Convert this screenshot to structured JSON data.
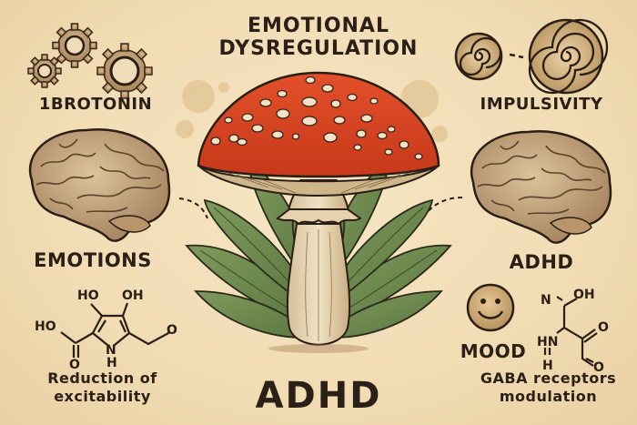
{
  "title": {
    "line1": "EMOTIONAL",
    "line2": "DYSREGULATION"
  },
  "top_left": {
    "icon": "gears-icon",
    "label": "1BROTONIN"
  },
  "top_right": {
    "icon": "spirals-icon",
    "label": "IMPULSIVITY"
  },
  "left_middle": {
    "icon": "brain-icon",
    "label": "EMOTIONS"
  },
  "right_middle": {
    "icon": "brain-icon",
    "label": "ADHD"
  },
  "left_bottom": {
    "molecule": {
      "atoms": [
        "HO",
        "OH",
        "HO",
        "O",
        "N",
        "H",
        "O"
      ]
    },
    "caption_line1": "Reduction of",
    "caption_line2": "excitability"
  },
  "right_bottom": {
    "icon": "smiley-face-icon",
    "label": "MOOD",
    "molecule": {
      "atoms": [
        "N",
        "OH",
        "HN",
        "H",
        "O",
        "O"
      ]
    },
    "caption_line1": "GABA receptors",
    "caption_line2": "modulation"
  },
  "center": {
    "icon": "mushroom-icon",
    "label": "ADHD"
  },
  "colors": {
    "background": "#f3e0bb",
    "mushroom_cap": "#d9421f",
    "cap_spots": "#f3e6cc",
    "stem": "#e4d3b0",
    "leaves": "#6f8a4f",
    "brain": "#c9ab82",
    "ink": "#2b2018"
  }
}
